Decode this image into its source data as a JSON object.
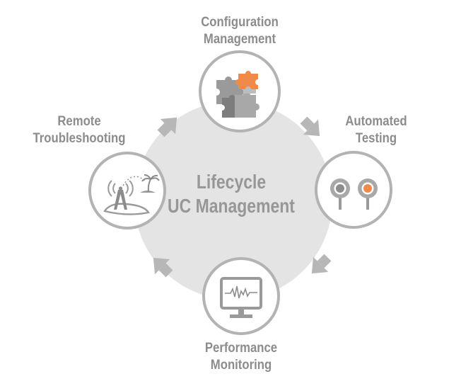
{
  "center": {
    "line1": "Lifecycle",
    "line2": "UC Management"
  },
  "nodes": {
    "config": {
      "line1": "Configuration",
      "line2": "Management",
      "icon": "puzzle-icon"
    },
    "testing": {
      "line1": "Automated",
      "line2": "Testing",
      "icon": "probe-pair-icon"
    },
    "monitoring": {
      "line1": "Performance",
      "line2": "Monitoring",
      "icon": "monitor-waveform-icon"
    },
    "remote": {
      "line1": "Remote",
      "line2": "Troubleshooting",
      "icon": "radio-tower-island-icon"
    }
  },
  "colors": {
    "gray_text": "#8c8c8c",
    "circle_fill": "#e3e3e3",
    "outline": "#b3b3b3",
    "accent": "#f08a4b",
    "arrow": "#b7b7b7"
  }
}
